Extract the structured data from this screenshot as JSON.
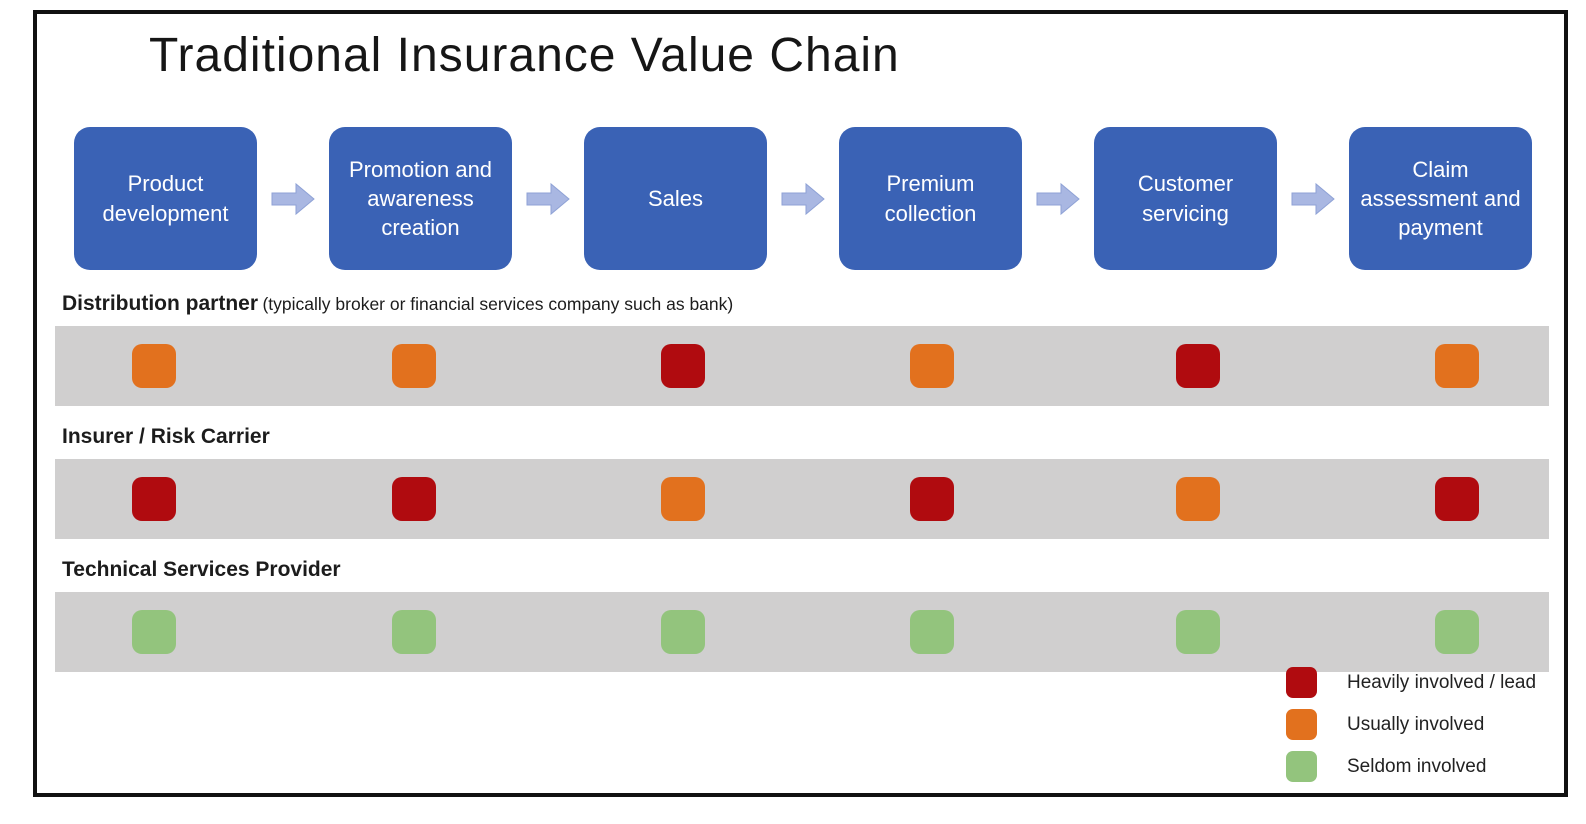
{
  "title": "Traditional Insurance Value Chain",
  "chain": {
    "stages": [
      {
        "label": "Product development"
      },
      {
        "label": "Promotion and awareness creation"
      },
      {
        "label": "Sales"
      },
      {
        "label": "Premium collection"
      },
      {
        "label": "Customer servicing"
      },
      {
        "label": "Claim assessment and payment"
      }
    ]
  },
  "rows": [
    {
      "title": "Distribution partner",
      "note": "(typically broker or financial services company such as bank)",
      "involvement": [
        "usually",
        "usually",
        "heavily",
        "usually",
        "heavily",
        "usually"
      ]
    },
    {
      "title": "Insurer / Risk Carrier",
      "note": "",
      "involvement": [
        "heavily",
        "heavily",
        "usually",
        "heavily",
        "usually",
        "heavily"
      ]
    },
    {
      "title": "Technical Services Provider",
      "note": "",
      "involvement": [
        "seldom",
        "seldom",
        "seldom",
        "seldom",
        "seldom",
        "seldom"
      ]
    }
  ],
  "legend": {
    "items": [
      {
        "level": "heavily",
        "label": "Heavily involved / lead",
        "color": "#B00B0F"
      },
      {
        "level": "usually",
        "label": "Usually involved",
        "color": "#E2711E"
      },
      {
        "level": "seldom",
        "label": "Seldom involved",
        "color": "#93C47D"
      }
    ]
  },
  "colors": {
    "stage_box": "#3A62B5",
    "stage_text": "#FFFFFF",
    "arrow_fill": "#A9B7E2",
    "arrow_edge": "#8FA2D6",
    "band": "#D0CFCF",
    "frame_border": "#111111"
  }
}
